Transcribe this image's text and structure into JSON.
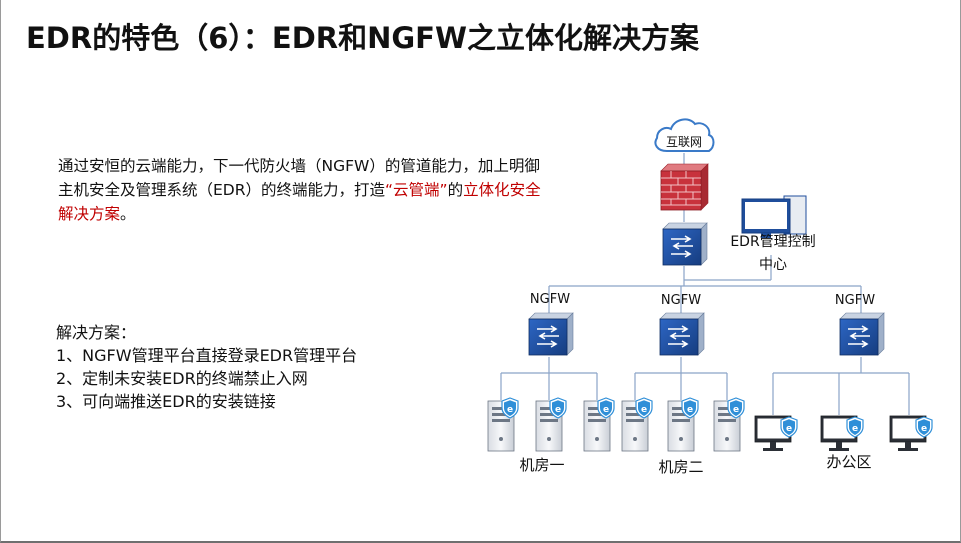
{
  "slide": {
    "title": "EDR的特色（6）：EDR和NGFW之立体化解决方案"
  },
  "description": {
    "text_normal_1": "通过安恒的云端能力，下一代防火墙（NGFW）的管道能力，加上明御主机安全及管理系统（EDR）的终端能力，打造",
    "text_red_1": "“云管端”",
    "text_normal_2": "的",
    "text_red_2": "立体化安全解决方案",
    "text_normal_3": "。"
  },
  "solution": {
    "heading": "解决方案：",
    "items": [
      "1、NGFW管理平台直接登录EDR管理平台",
      "2、定制未安装EDR的终端禁止入网",
      "3、可向端推送EDR的安装链接"
    ]
  },
  "diagram": {
    "internet_label": "互联网",
    "console_label_line1": "EDR管理控制",
    "console_label_line2": "中心",
    "ngfw_labels": [
      "NGFW",
      "NGFW",
      "NGFW"
    ],
    "group_labels": [
      "机房一",
      "机房二",
      "办公区"
    ],
    "colors": {
      "switch_blue": "#1f4e9c",
      "firewall_red": "#c8323c",
      "shield_blue": "#2f8fd8",
      "cloud_stroke": "#3a7ac8",
      "line": "#8aa4c8"
    }
  }
}
